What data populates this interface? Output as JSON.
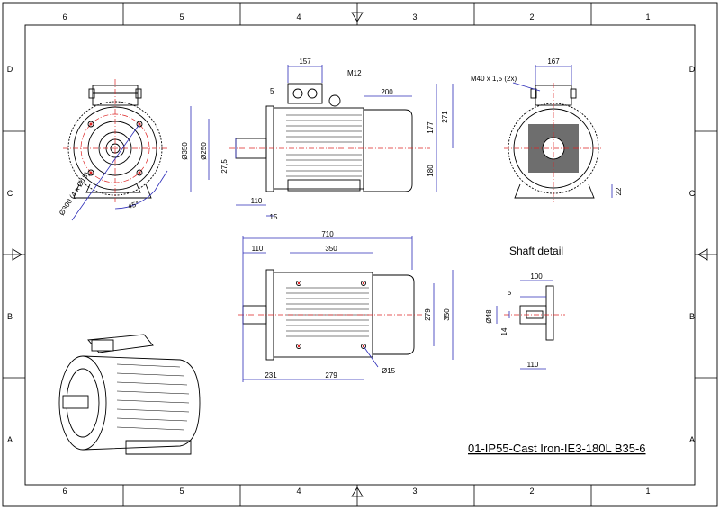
{
  "sheet": {
    "zones_top": [
      "6",
      "5",
      "4",
      "3",
      "2",
      "1"
    ],
    "zones_bottom": [
      "6",
      "5",
      "4",
      "3",
      "2",
      "1"
    ],
    "zones_left": [
      "D",
      "C",
      "B",
      "A"
    ],
    "zones_right": [
      "D",
      "C",
      "B",
      "A"
    ],
    "title": "01-IP55-Cast Iron-IE3-180L B35-6",
    "shaft_detail_label": "Shaft detail"
  },
  "front_view": {
    "bolt_circle_label": "Ø300 (4 x Ø18)",
    "angle_label": "45°"
  },
  "side_view": {
    "dims": {
      "terminal_box_width": "157",
      "lifting_eye": "M12",
      "flange_thickness": "5",
      "fan_cover_length": "200",
      "flange_dia": "Ø350",
      "spigot_dia": "Ø250",
      "shaft_radius": "27,5",
      "total_height": "271",
      "top_height": "177",
      "shaft_height": "180",
      "shaft_length": "110",
      "flange_offset": "15"
    }
  },
  "rear_view": {
    "dims": {
      "gland_label": "M40 x 1,5 (2x)",
      "box_width": "167",
      "foot_height": "22"
    }
  },
  "top_view": {
    "dims": {
      "overall_length": "710",
      "shaft_length": "110",
      "foot_span": "350",
      "foot_width": "279",
      "overall_width": "350",
      "foot_offset": "231",
      "foot_length": "279",
      "hole_dia": "Ø15"
    }
  },
  "shaft_detail": {
    "dims": {
      "length": "100",
      "key_offset": "5",
      "shaft_dia": "Ø48",
      "key_width": "14",
      "overall": "110"
    }
  }
}
